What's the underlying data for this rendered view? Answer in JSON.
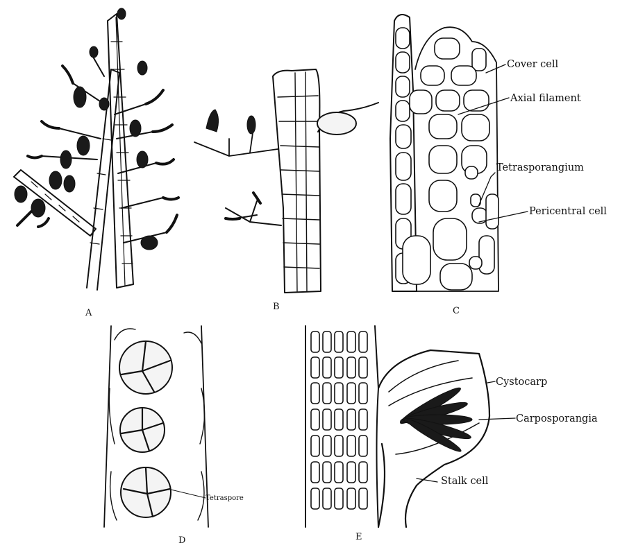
{
  "panels": {
    "A": {
      "letter": "A"
    },
    "B": {
      "letter": "B"
    },
    "C": {
      "letter": "C",
      "labels": {
        "cover_cell": "Cover cell",
        "axial_filament": "Axial filament",
        "tetrasporangium": "Tetrasporangium",
        "pericentral_cell": "Pericentral cell"
      }
    },
    "D": {
      "letter": "D",
      "labels": {
        "tetraspore": "Tetraspore"
      }
    },
    "E": {
      "letter": "E",
      "labels": {
        "cystocarp": "Cystocarp",
        "carposporangia": "Carposporangia",
        "stalk_cell": "Stalk cell"
      }
    }
  },
  "colors": {
    "ink": "#111111",
    "background": "#ffffff"
  }
}
